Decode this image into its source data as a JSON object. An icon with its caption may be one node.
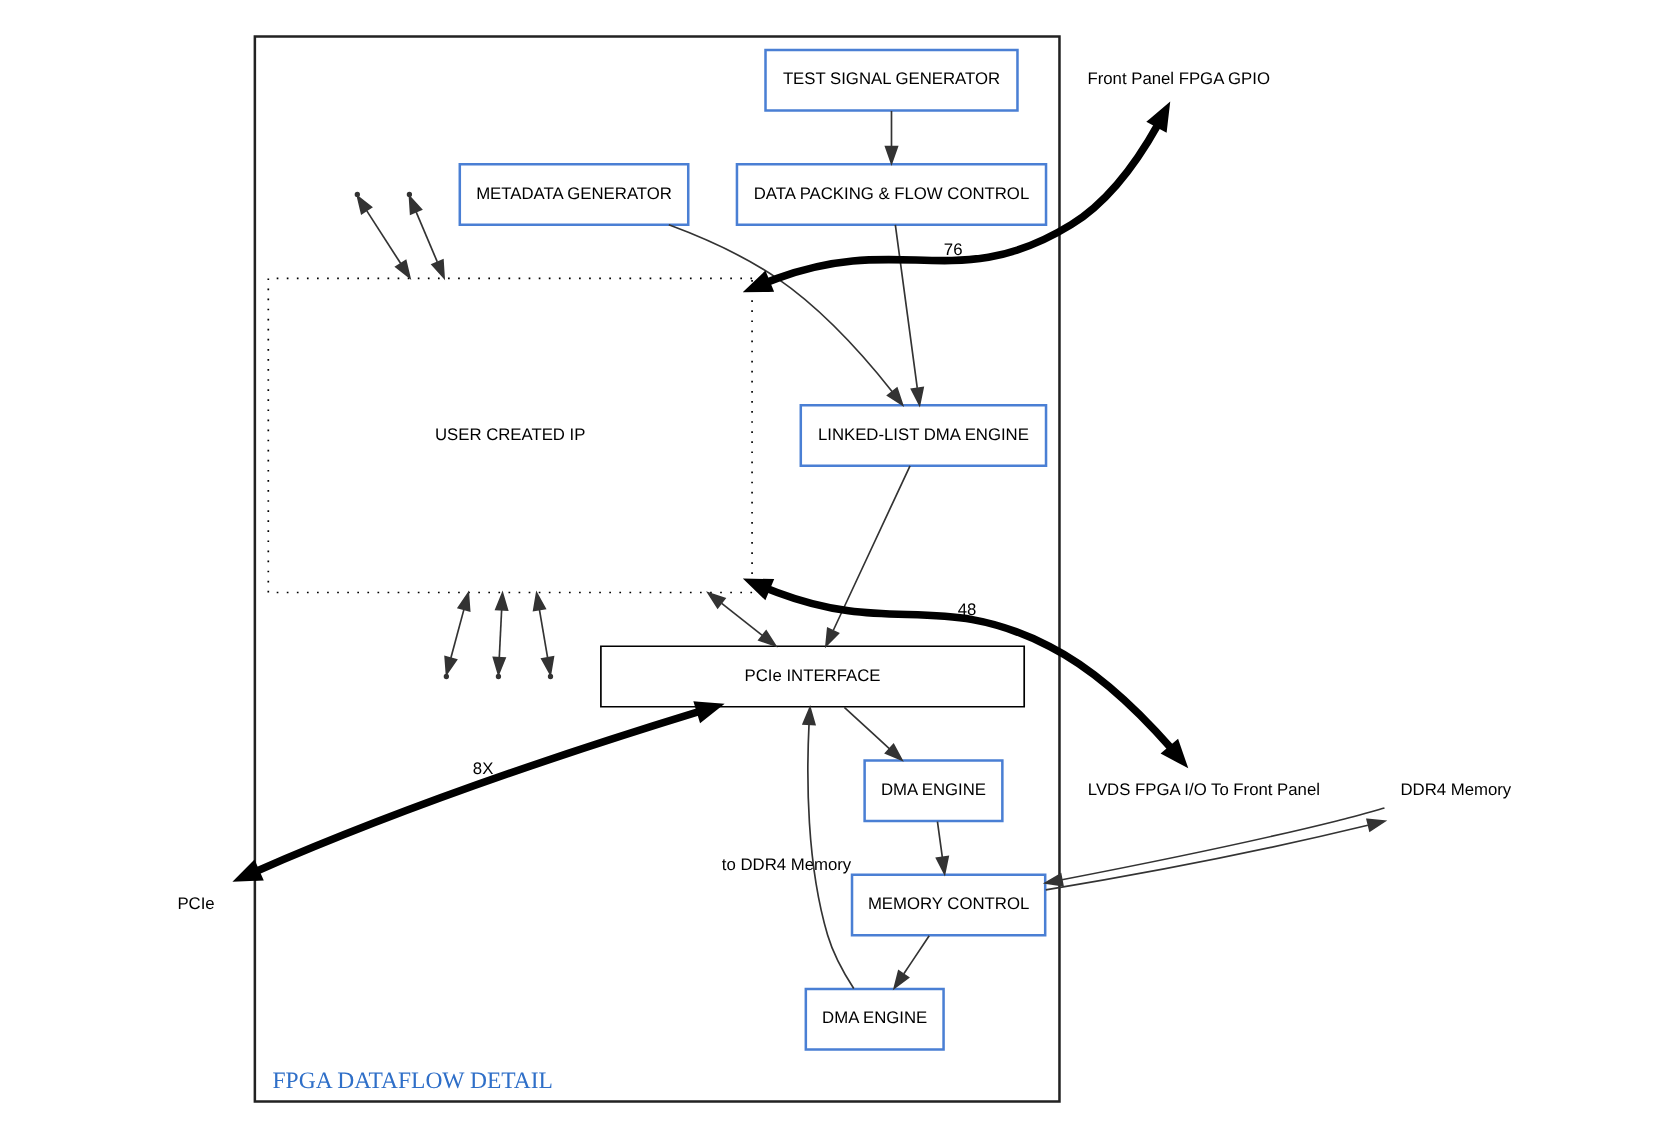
{
  "diagram": {
    "nodes": [
      {
        "text": [
          "FPGA DATAFLOW DETAIL"
        ]
      },
      {
        "text": [
          "TEST SIGNAL GENERATOR"
        ],
        "in": 0
      },
      {
        "text": [
          "DATA PACKING & FLOW CONTROL"
        ],
        "in": 0
      },
      {
        "text": [
          "METADATA GENERATOR"
        ],
        "in": 0
      },
      {
        "text": [
          "LINKED-LIST DMA ENGINE"
        ],
        "in": 0
      },
      {
        "text": [
          "USER CREATED IP"
        ],
        "in": 0
      },
      {
        "text": [
          "MEMORY CONTROL"
        ],
        "in": 0,
        "beside": [
          "to DDR4 Memory"
        ]
      },
      {
        "text": [
          "DMA ENGINE"
        ],
        "in": 0
      },
      {
        "text": [
          "DMA ENGINE"
        ],
        "in": 0
      },
      {
        "text": [
          "PCIe INTERFACE"
        ],
        "in": 0
      },
      {
        "text": [
          "Front Panel FPGA GPIO"
        ]
      },
      {
        "text": [
          "DDR4 Memory"
        ]
      },
      {
        "text": [
          "LVDS FPGA I/O To Front Panel"
        ]
      },
      {
        "text": [
          "PCIe"
        ]
      }
    ],
    "edges": [
      {
        "from": 1,
        "to": 2,
        "arrow": "to"
      },
      {
        "from": 2,
        "to": 4,
        "arrow": "to"
      },
      {
        "from": 3,
        "to": 4,
        "arrow": "to"
      },
      {
        "from": 4,
        "to": 9,
        "arrow": "to"
      },
      {
        "from": 11,
        "to": 6,
        "arrow": "to"
      },
      {
        "from": 6,
        "to": 11,
        "arrow": "to"
      },
      {
        "from": 6,
        "to": 7,
        "arrow": "to"
      },
      {
        "from": 7,
        "to": 9,
        "arrow": "to"
      },
      {
        "from": 9,
        "to": 8,
        "arrow": "to"
      },
      {
        "from": 8,
        "to": 6,
        "arrow": "to"
      },
      {
        "from": 5,
        "to": 10,
        "arrow": "both",
        "label": "76",
        "style": "thick"
      },
      {
        "from": 5,
        "to": 12,
        "arrow": "both",
        "label": "48",
        "style": "thick"
      },
      {
        "from": 13,
        "to": 9,
        "arrow": "both",
        "label": "8X",
        "style": "thick"
      },
      {
        "from": 5,
        "to": 9,
        "arrow": "both"
      },
      {
        "from": null,
        "to": 5,
        "arrow": "both"
      },
      {
        "from": null,
        "to": 5,
        "arrow": "both"
      },
      {
        "from": 5,
        "to": null,
        "arrow": "both"
      },
      {
        "from": 5,
        "to": null,
        "arrow": "both"
      },
      {
        "from": 5,
        "to": null,
        "arrow": "both"
      }
    ]
  }
}
